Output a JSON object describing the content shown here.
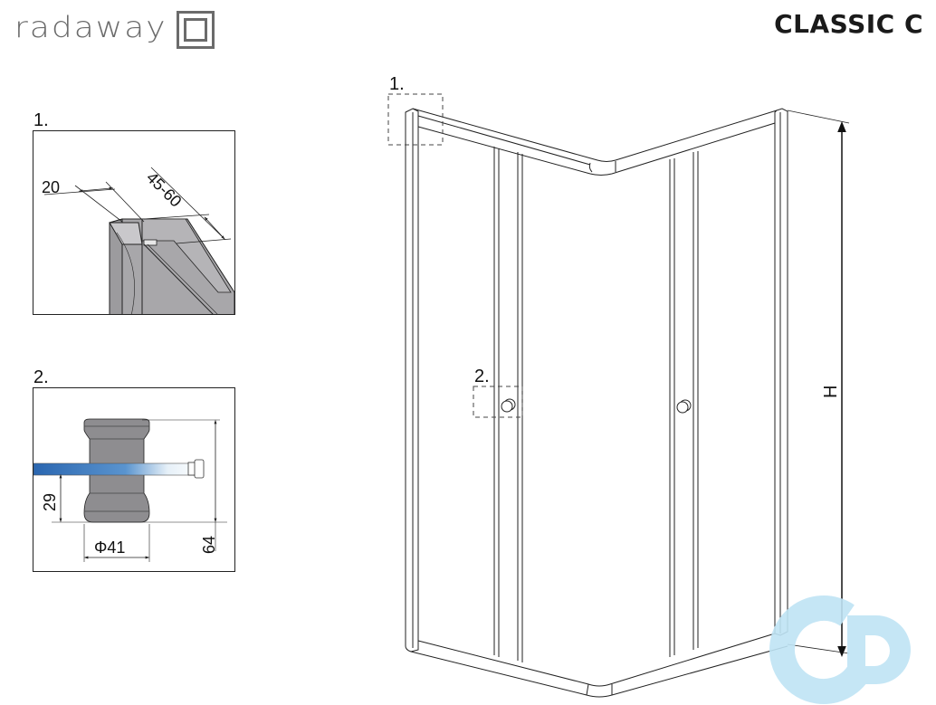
{
  "header": {
    "brand": "radaway",
    "model": "CLASSIC C"
  },
  "details": [
    {
      "number": "1.",
      "name": "top-profile-detail",
      "dimensions": {
        "profile_width": "20",
        "wall_adjustment": "45-60"
      }
    },
    {
      "number": "2.",
      "name": "knob-detail",
      "dimensions": {
        "height_above_glass": "29",
        "diameter": "Φ41",
        "total_height": "64"
      }
    }
  ],
  "main_drawing": {
    "callouts": [
      "1.",
      "2."
    ],
    "height_label": "H"
  },
  "watermark": {
    "text": "CD",
    "color": "#bfe4f5"
  },
  "colors": {
    "line": "#222222",
    "profile_fill": "#a8a7aa",
    "glass_blue": "#2e6fb5",
    "logo_gray": "#6b6b6b"
  }
}
